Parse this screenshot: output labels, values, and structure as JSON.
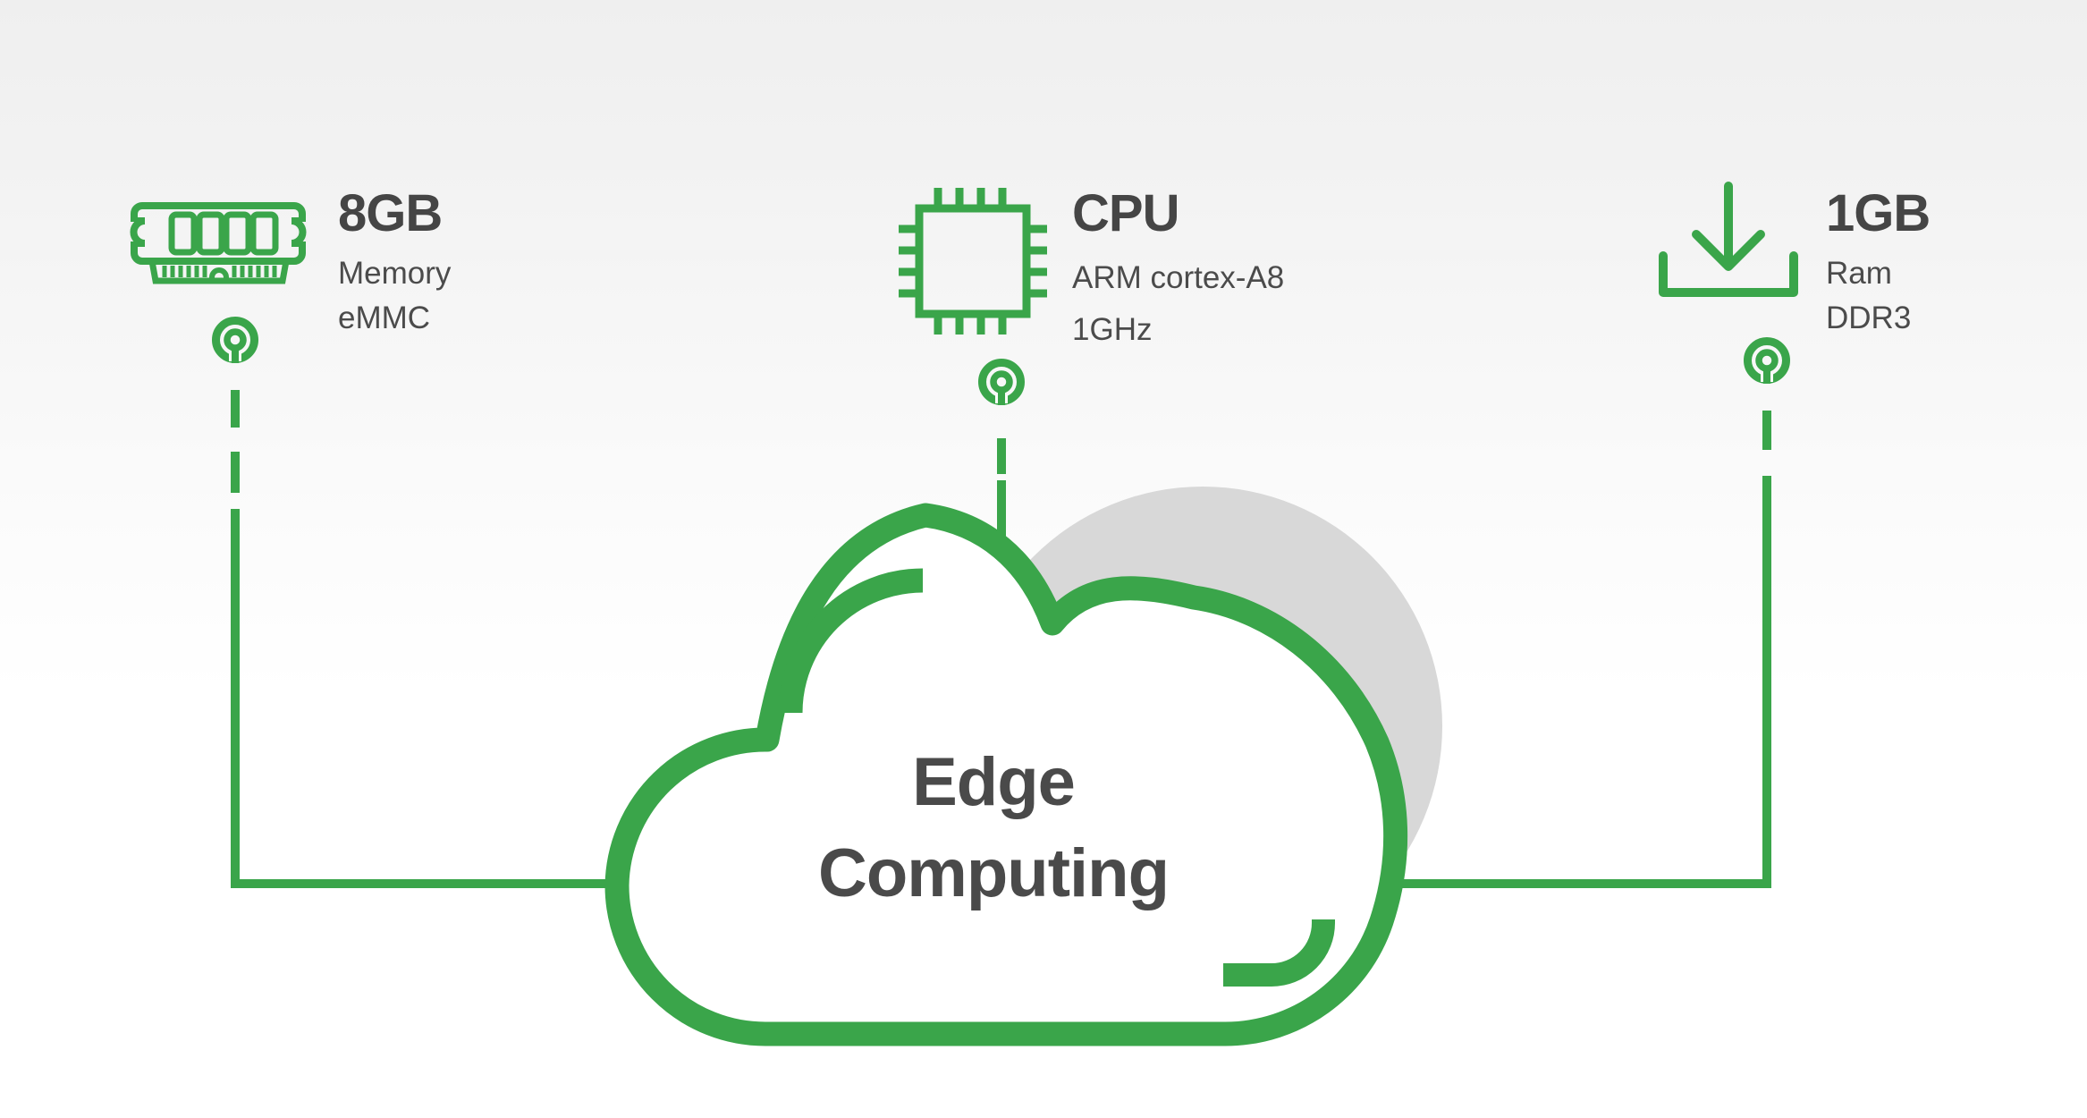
{
  "title": "Edge Computing diagram",
  "colors": {
    "accent_green": "#3aa54a",
    "text_dark": "#454545",
    "background_circle_gray": "#d8d8d8",
    "background_top": "#efefef"
  },
  "cloud": {
    "line1": "Edge",
    "line2": "Computing"
  },
  "specs": [
    {
      "value": "8GB",
      "detail1": "Memory",
      "detail2": "eMMC",
      "icon": "memory-module-icon"
    },
    {
      "value": "CPU",
      "detail1": "ARM cortex-A8",
      "detail2": "1GHz",
      "icon": "cpu-chip-icon"
    },
    {
      "value": "1GB",
      "detail1": "Ram",
      "detail2": "DDR3",
      "icon": "download-ram-icon"
    }
  ]
}
